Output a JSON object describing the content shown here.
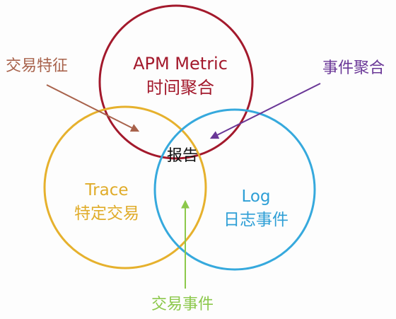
{
  "diagram": {
    "circles": [
      {
        "id": "apm",
        "title": "APM Metric",
        "subtitle": "时间聚合",
        "color": "#a3192c",
        "text_color": "#a3192c"
      },
      {
        "id": "trace",
        "title": "Trace",
        "subtitle": "特定交易",
        "color": "#e6b12d",
        "text_color": "#e0ac2a"
      },
      {
        "id": "log",
        "title": "Log",
        "subtitle": "日志事件",
        "color": "#36a9dd",
        "text_color": "#2e9fd6"
      }
    ],
    "center_label": "报告",
    "center_color": "#111111",
    "arrows": [
      {
        "id": "txn-feature",
        "label": "交易特征",
        "color": "#a8624b"
      },
      {
        "id": "event-agg",
        "label": "事件聚合",
        "color": "#6a3797"
      },
      {
        "id": "txn-event",
        "label": "交易事件",
        "color": "#8cc84b"
      }
    ]
  }
}
